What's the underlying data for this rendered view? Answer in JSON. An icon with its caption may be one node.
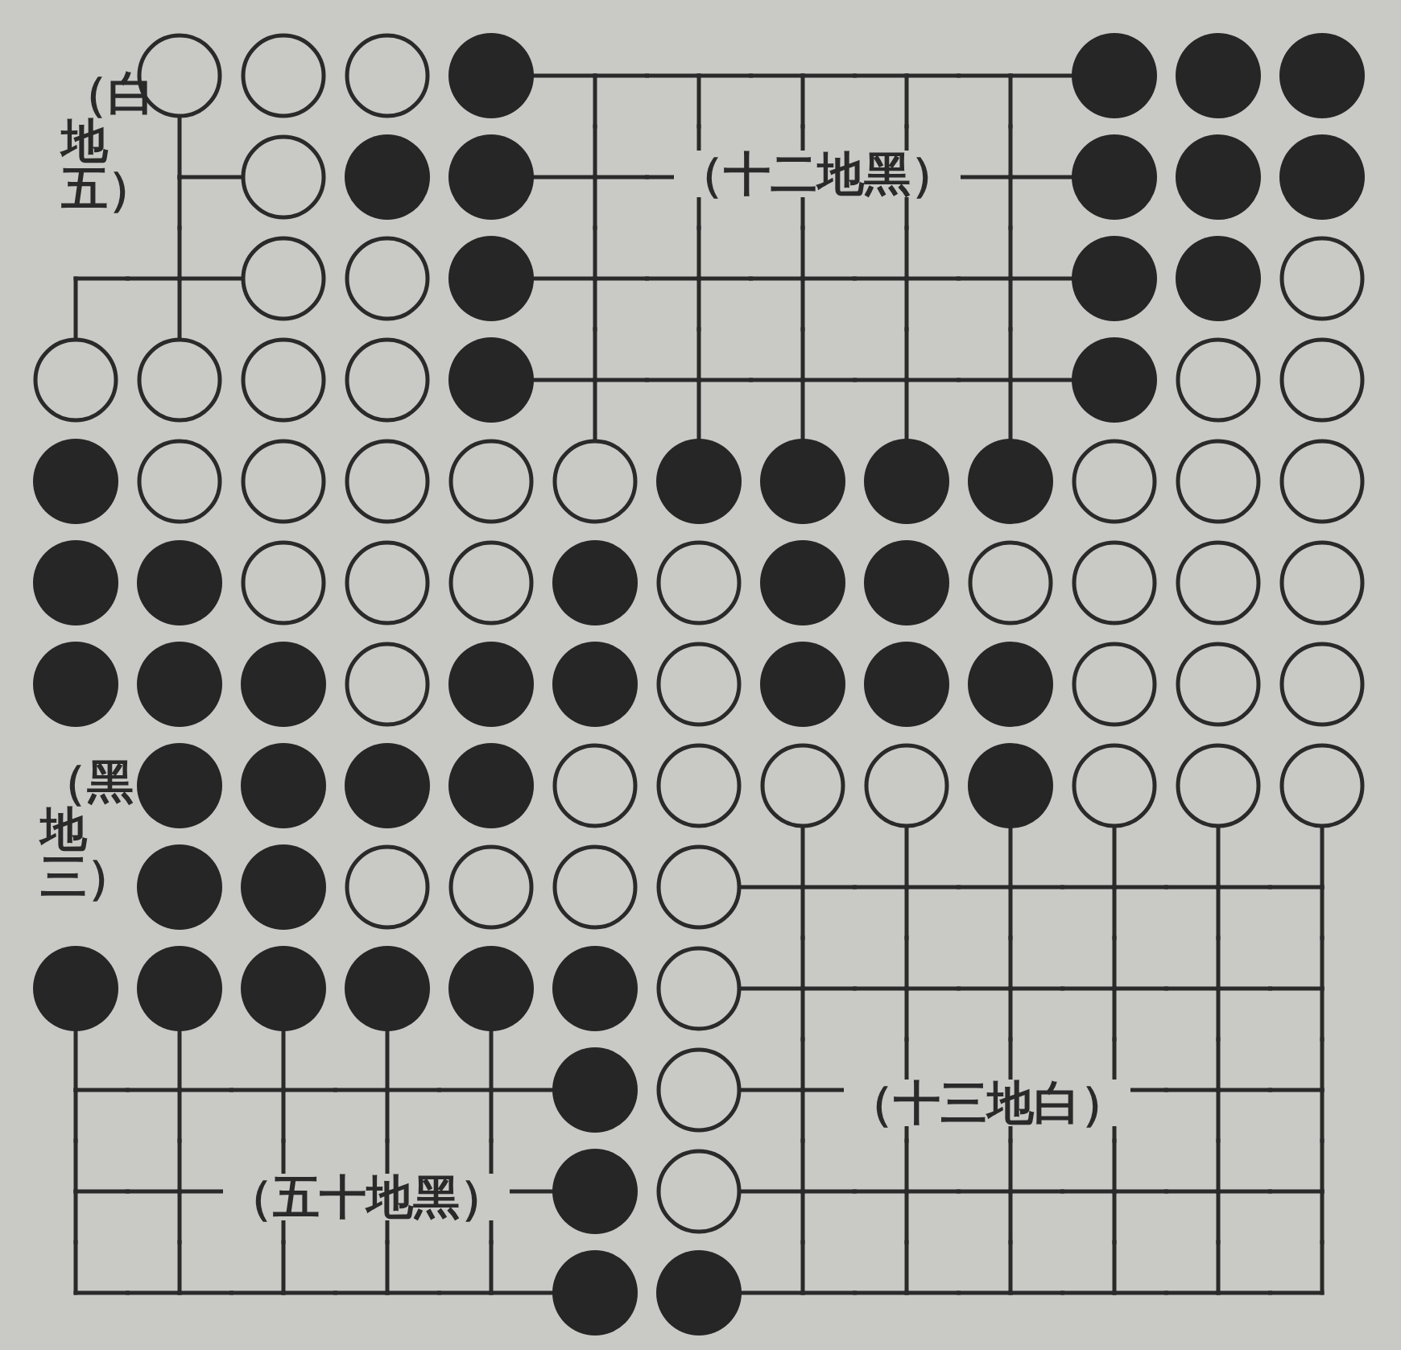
{
  "diagram": {
    "labels": [
      "（白地五）",
      "（十二地黑）",
      "（黑地三）",
      "（十三地白）",
      "（五十地黑）"
    ]
  }
}
